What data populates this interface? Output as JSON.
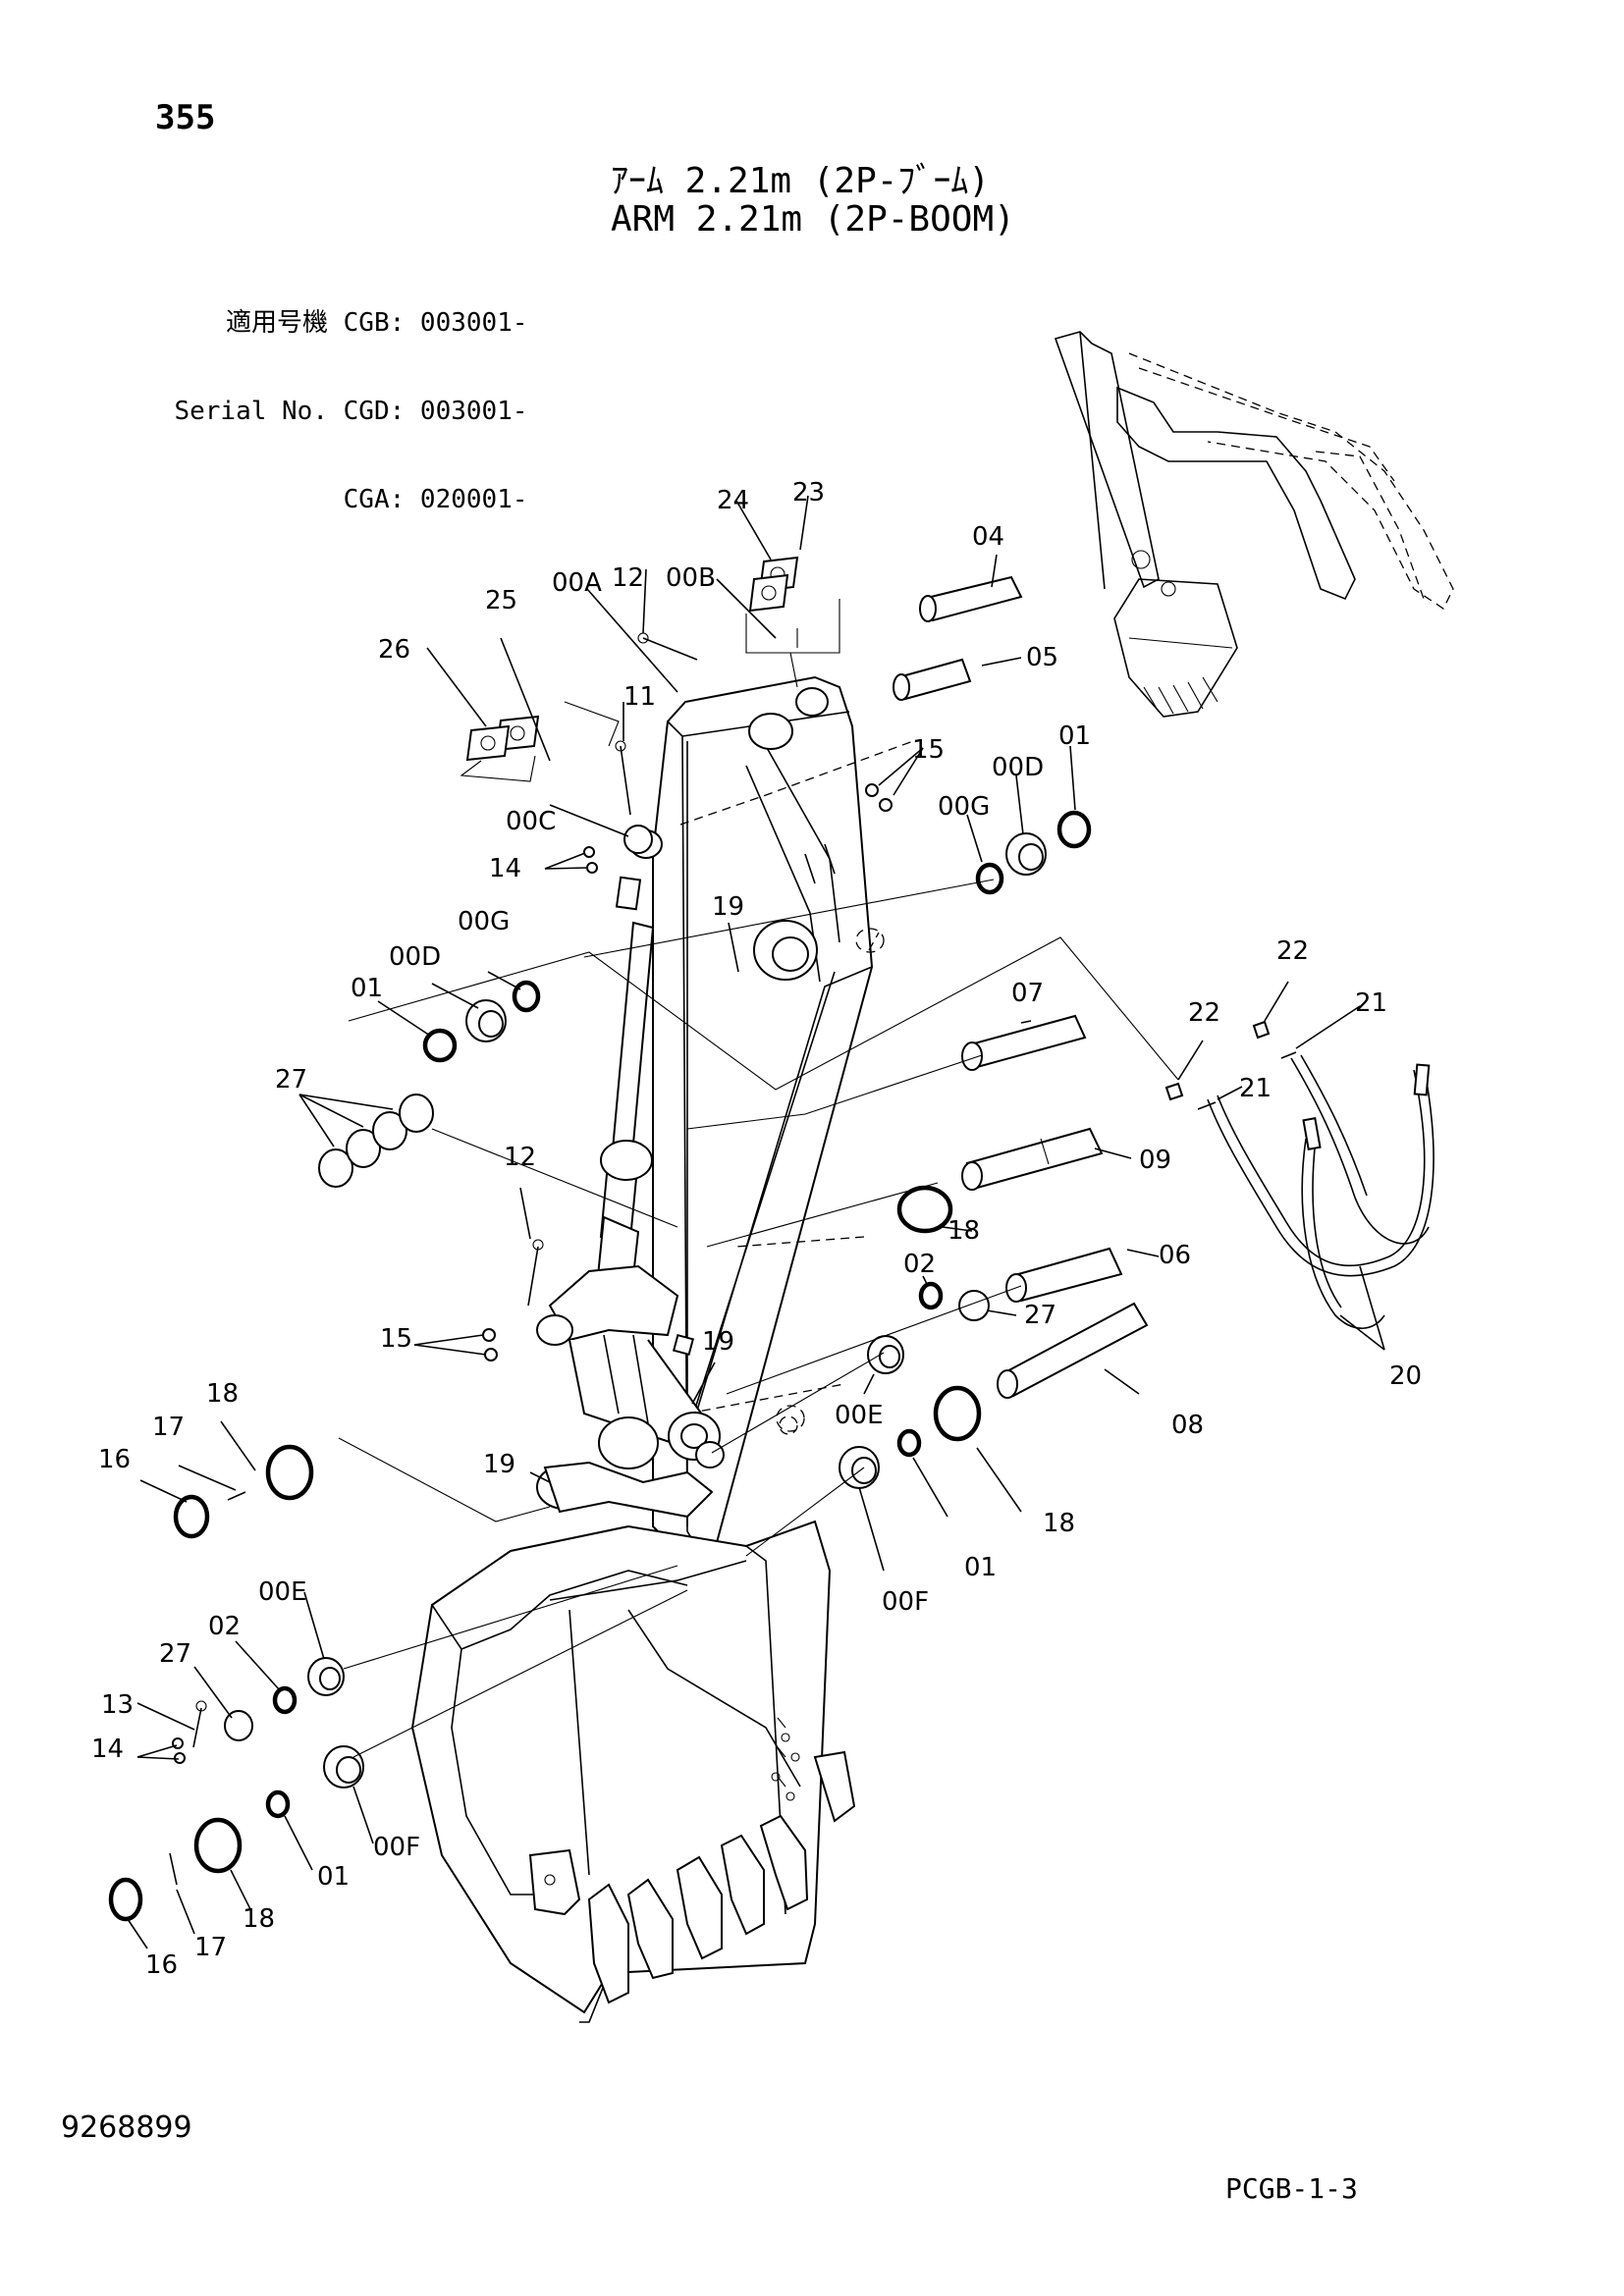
{
  "page_number": "355",
  "title_jp": "ｱｰﾑ 2.21m (2P-ﾌﾞｰﾑ)",
  "title_en": "ARM 2.21m (2P-BOOM)",
  "serial": {
    "label_jp": "適用号機",
    "label_en": "Serial No.",
    "entries": [
      "CGB: 003001-",
      "CGD: 003001-",
      "CGA: 020001-"
    ]
  },
  "document_id": "9268899",
  "page_code": "PCGB-1-3",
  "callouts": {
    "c355_24": "24",
    "c355_23": "23",
    "c355_04": "04",
    "c355_00A": "00A",
    "c355_12a": "12",
    "c355_00B": "00B",
    "c355_25": "25",
    "c355_26": "26",
    "c355_05": "05",
    "c355_11": "11",
    "c355_15a": "15",
    "c355_01a": "01",
    "c355_00Da": "00D",
    "c355_00Ga": "00G",
    "c355_00C": "00C",
    "c355_14a": "14",
    "c355_19a": "19",
    "c355_00Gb": "00G",
    "c355_00Db": "00D",
    "c355_01b": "01",
    "c355_07": "07",
    "c355_22a": "22",
    "c355_22b": "22",
    "c355_21a": "21",
    "c355_21b": "21",
    "c355_27a": "27",
    "c355_09": "09",
    "c355_12b": "12",
    "c355_18a": "18",
    "c355_06": "06",
    "c355_02a": "02",
    "c355_27b": "27",
    "c355_15b": "15",
    "c355_19b": "19",
    "c355_00Ea": "00E",
    "c355_18b": "18",
    "c355_17a": "17",
    "c355_16a": "16",
    "c355_19c": "19",
    "c355_08": "08",
    "c355_20": "20",
    "c355_18c": "18",
    "c355_01c": "01",
    "c355_00Fa": "00F",
    "c355_00Eb": "00E",
    "c355_02b": "02",
    "c355_27c": "27",
    "c355_13": "13",
    "c355_14b": "14",
    "c355_01d": "01",
    "c355_00Fb": "00F",
    "c355_18d": "18",
    "c355_17b": "17",
    "c355_16b": "16"
  }
}
